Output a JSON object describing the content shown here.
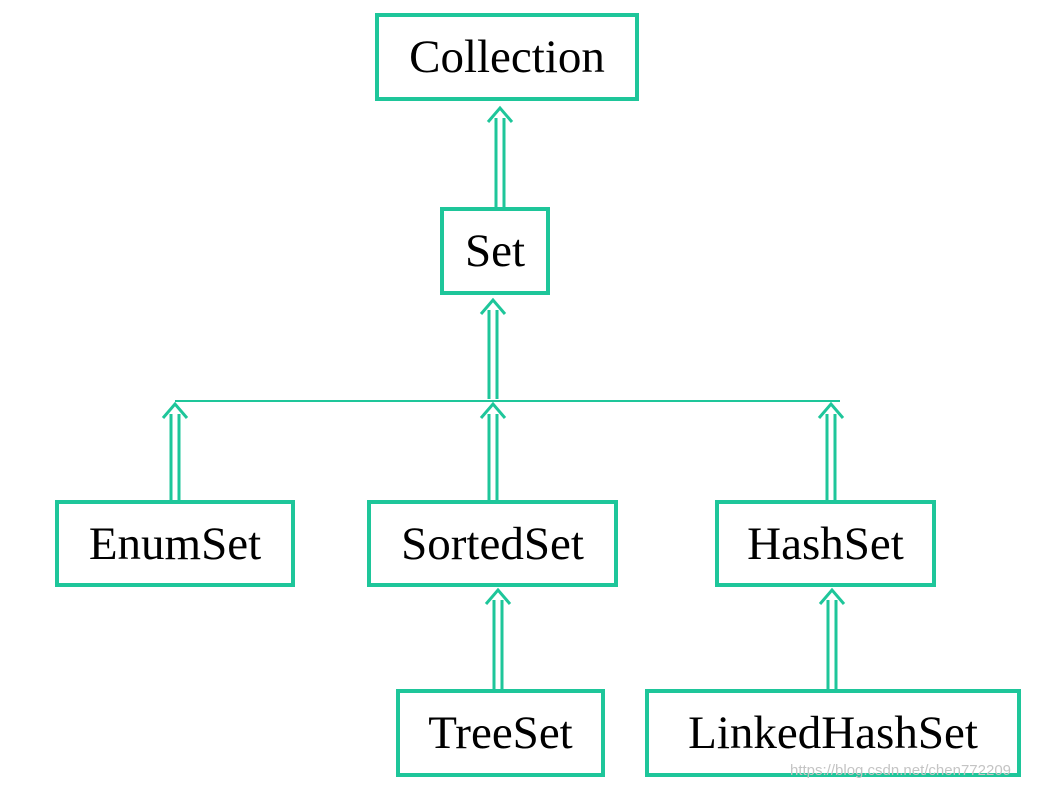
{
  "diagram": {
    "accent_color": "#1ec69a",
    "nodes": {
      "collection": "Collection",
      "set": "Set",
      "enumset": "EnumSet",
      "sortedset": "SortedSet",
      "hashset": "HashSet",
      "treeset": "TreeSet",
      "linkedhashset": "LinkedHashSet"
    },
    "edges": [
      {
        "from": "set",
        "to": "collection"
      },
      {
        "from": "enumset",
        "to": "set"
      },
      {
        "from": "sortedset",
        "to": "set"
      },
      {
        "from": "hashset",
        "to": "set"
      },
      {
        "from": "treeset",
        "to": "sortedset"
      },
      {
        "from": "linkedhashset",
        "to": "hashset"
      }
    ]
  },
  "watermark": "https://blog.csdn.net/chen772209"
}
